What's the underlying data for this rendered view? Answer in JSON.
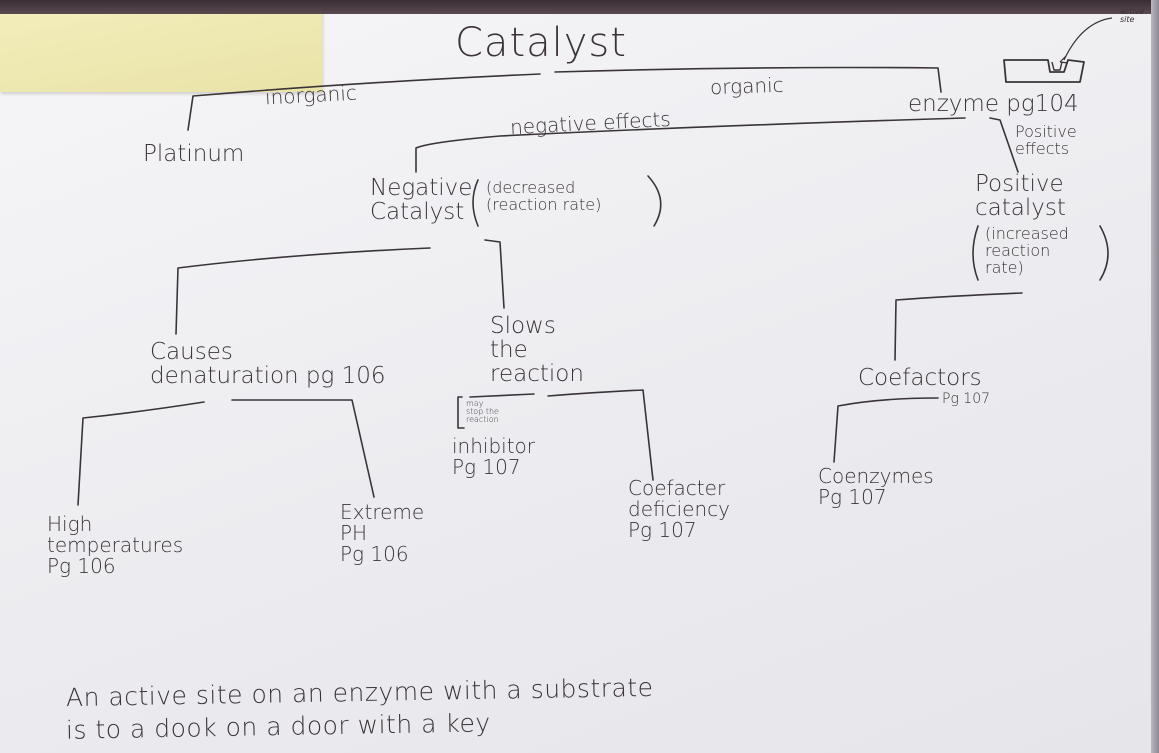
{
  "root": {
    "label": "Catalyst"
  },
  "branch_labels": {
    "inorganic": "inorganic",
    "organic": "organic",
    "negative_effects": "negative effects",
    "positive_effects": "Positive\neffects"
  },
  "nodes": {
    "platinum": "Platinum",
    "enzyme": "enzyme pg104",
    "active_site_label": "active\nsite",
    "negative_catalyst": "Negative\nCatalyst",
    "negative_catalyst_note": "(decreased\n(reaction rate)",
    "positive_catalyst": "Positive\ncatalyst",
    "positive_catalyst_note": "(increased\nreaction\nrate)",
    "causes_denaturation": "Causes\ndenaturation pg 106",
    "slows_reaction": "Slows\nthe\nreaction",
    "coefactors": "Coefactors",
    "coefactors_page": "Pg 107",
    "may_stop_note": "may\nstop the\nreaction",
    "inhibitor": "inhibitor\nPg 107",
    "high_temperatures": "High\ntemperatures\nPg 106",
    "extreme_ph": "Extreme\nPH\nPg 106",
    "coefactor_deficiency": "Coefacter\ndeficiency\nPg 107",
    "coenzymes": "Coenzymes\nPg 107"
  },
  "footnote": {
    "line1": "An active site on an enzyme with a substrate",
    "line2": "is to a dook on a door with a key"
  },
  "colors": {
    "ink": "#3b3337",
    "paper": "#efeff2",
    "sticky_note": "#eee8b2"
  }
}
